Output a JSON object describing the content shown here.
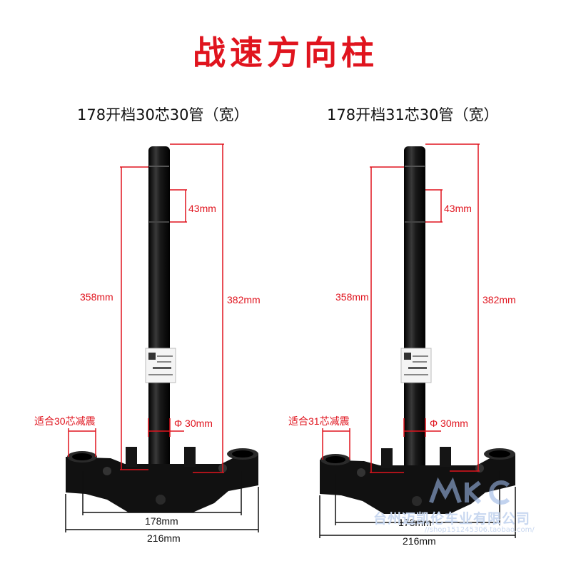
{
  "title": "战速方向柱",
  "left": {
    "subtitle": "178开档30芯30管（宽）",
    "dim_43": "43mm",
    "dim_358": "358mm",
    "dim_382": "382mm",
    "dim_phi": "Φ 30mm",
    "fit_label": "适合30芯减震",
    "dim_178": "178mm",
    "dim_216": "216mm"
  },
  "right": {
    "subtitle": "178开档31芯30管（宽）",
    "dim_43": "43mm",
    "dim_358": "358mm",
    "dim_382": "382mm",
    "dim_phi": "Φ 30mm",
    "fit_label": "适合31芯减震",
    "dim_178": "178mm",
    "dim_216": "216mm"
  },
  "watermark": {
    "company": "台州迈凯伦车业有限公司",
    "url": "//shop151245306.taobao.com/"
  },
  "colors": {
    "title": "#e0141e",
    "dimension": "#e0141e",
    "part": "#111111"
  }
}
